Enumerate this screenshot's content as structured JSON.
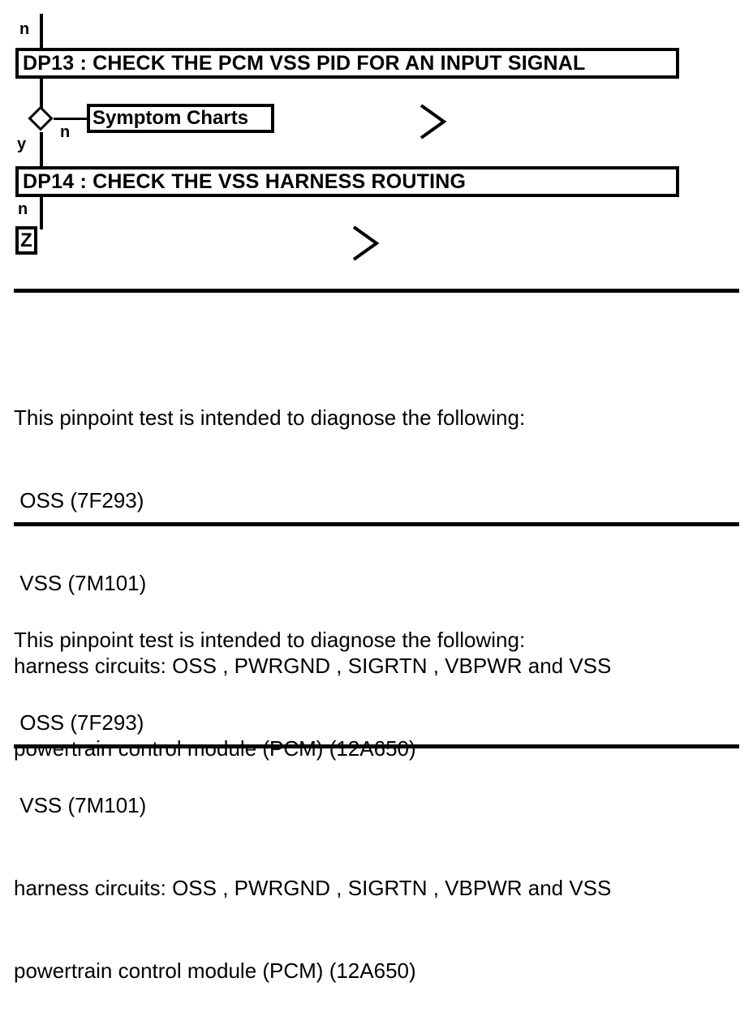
{
  "flowchart": {
    "nodes": {
      "dp13": {
        "label": "DP13 : CHECK THE PCM VSS PID FOR AN INPUT SIGNAL"
      },
      "dp14": {
        "label": "DP14 : CHECK THE VSS HARNESS ROUTING"
      },
      "symptom_charts": {
        "label": "Symptom Charts"
      },
      "exit_connector": {
        "label": "Z"
      }
    },
    "branch_labels": {
      "top_incoming": "n",
      "decision_yes": "y",
      "decision_no": "n",
      "dp14_no": "n"
    },
    "icons": {
      "decision": "diamond-icon",
      "chevron": "chevron-right-icon"
    }
  },
  "body": {
    "blocks": [
      {
        "lines": [
          "This pinpoint test is intended to diagnose the following:",
          " OSS (7F293)",
          " VSS (7M101)",
          "harness circuits: OSS , PWRGND , SIGRTN , VBPWR and VSS",
          "powertrain control module (PCM) (12A650)"
        ]
      },
      {
        "lines": [
          "This pinpoint test is intended to diagnose the following:",
          " OSS (7F293)",
          " VSS (7M101)",
          "harness circuits: OSS , PWRGND , SIGRTN , VBPWR and VSS",
          "powertrain control module (PCM) (12A650)"
        ]
      }
    ]
  },
  "colors": {
    "ink": "#000000",
    "paper": "#ffffff"
  }
}
